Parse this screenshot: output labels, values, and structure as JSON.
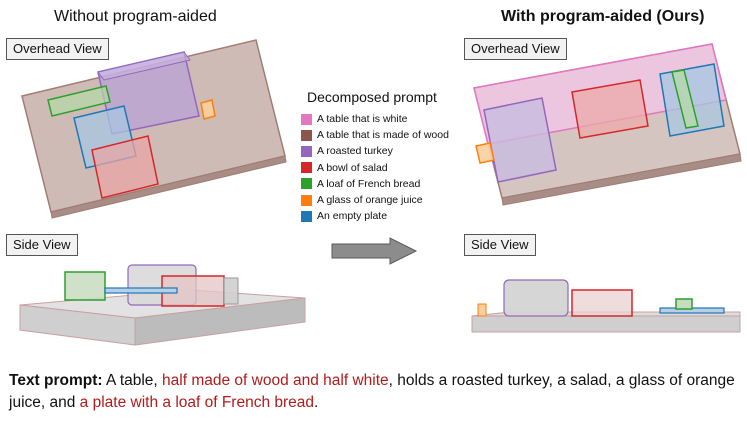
{
  "titles": {
    "left": "Without program-aided",
    "right": "With program-aided (Ours)"
  },
  "labels": {
    "overhead_left": "Overhead View",
    "side_left": "Side View",
    "overhead_right": "Overhead View",
    "side_right": "Side View"
  },
  "legend": {
    "title": "Decomposed prompt",
    "items": [
      {
        "label": "A table that is white",
        "color": "#e377c2"
      },
      {
        "label": "A table that is made of wood",
        "color": "#8c564b"
      },
      {
        "label": "A roasted turkey",
        "color": "#9467bd"
      },
      {
        "label": "A bowl of salad",
        "color": "#d62728"
      },
      {
        "label": "A loaf of French bread",
        "color": "#2ca02c"
      },
      {
        "label": "A glass of orange juice",
        "color": "#ff7f0e"
      },
      {
        "label": "An empty plate",
        "color": "#1f77b4"
      }
    ]
  },
  "caption": {
    "label": "Text prompt:",
    "p1": " A table, ",
    "h1": "half made of wood and half white",
    "p2": ", holds a roasted turkey, a salad, a glass of orange juice, and ",
    "h2": "a plate with a loaf of French bread",
    "p3": "."
  },
  "colors": {
    "white_table": "#e377c2",
    "wood_table": "#8c564b",
    "turkey": "#9467bd",
    "salad": "#d62728",
    "bread": "#2ca02c",
    "juice": "#ff7f0e",
    "plate": "#1f77b4",
    "highlight": "#b31b1b"
  }
}
